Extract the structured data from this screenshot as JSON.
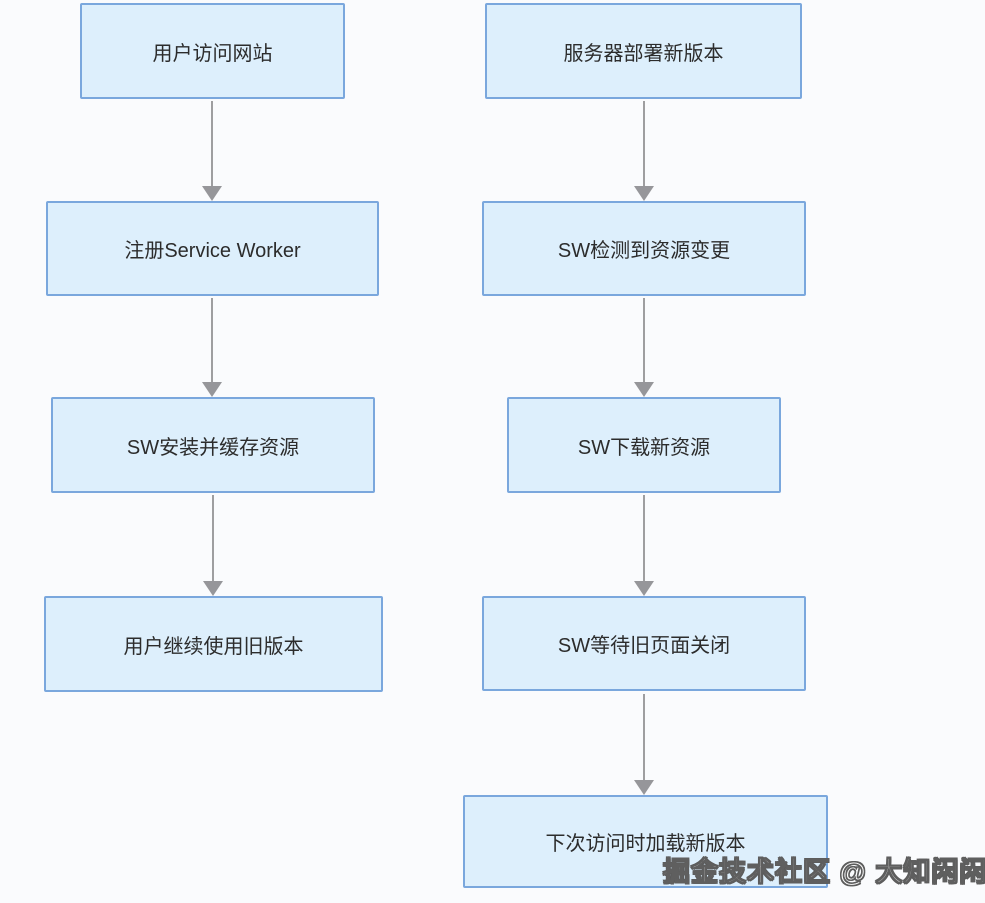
{
  "diagram": {
    "type": "flowchart",
    "left_flow": [
      {
        "label": "用户访问网站"
      },
      {
        "label": "注册Service Worker"
      },
      {
        "label": "SW安装并缓存资源"
      },
      {
        "label": "用户继续使用旧版本"
      }
    ],
    "right_flow": [
      {
        "label": "服务器部署新版本"
      },
      {
        "label": "SW检测到资源变更"
      },
      {
        "label": "SW下载新资源"
      },
      {
        "label": "SW等待旧页面关闭"
      },
      {
        "label": "下次访问时加载新版本"
      }
    ],
    "colors": {
      "background": "#fafbfd",
      "node_fill": "#ddeffc",
      "node_border": "#7aa7dd",
      "node_text": "#2c2c2c",
      "arrow": "#9e9ea0"
    }
  },
  "watermark": {
    "text": "掘金技术社区 @ 大知闲闲i"
  }
}
